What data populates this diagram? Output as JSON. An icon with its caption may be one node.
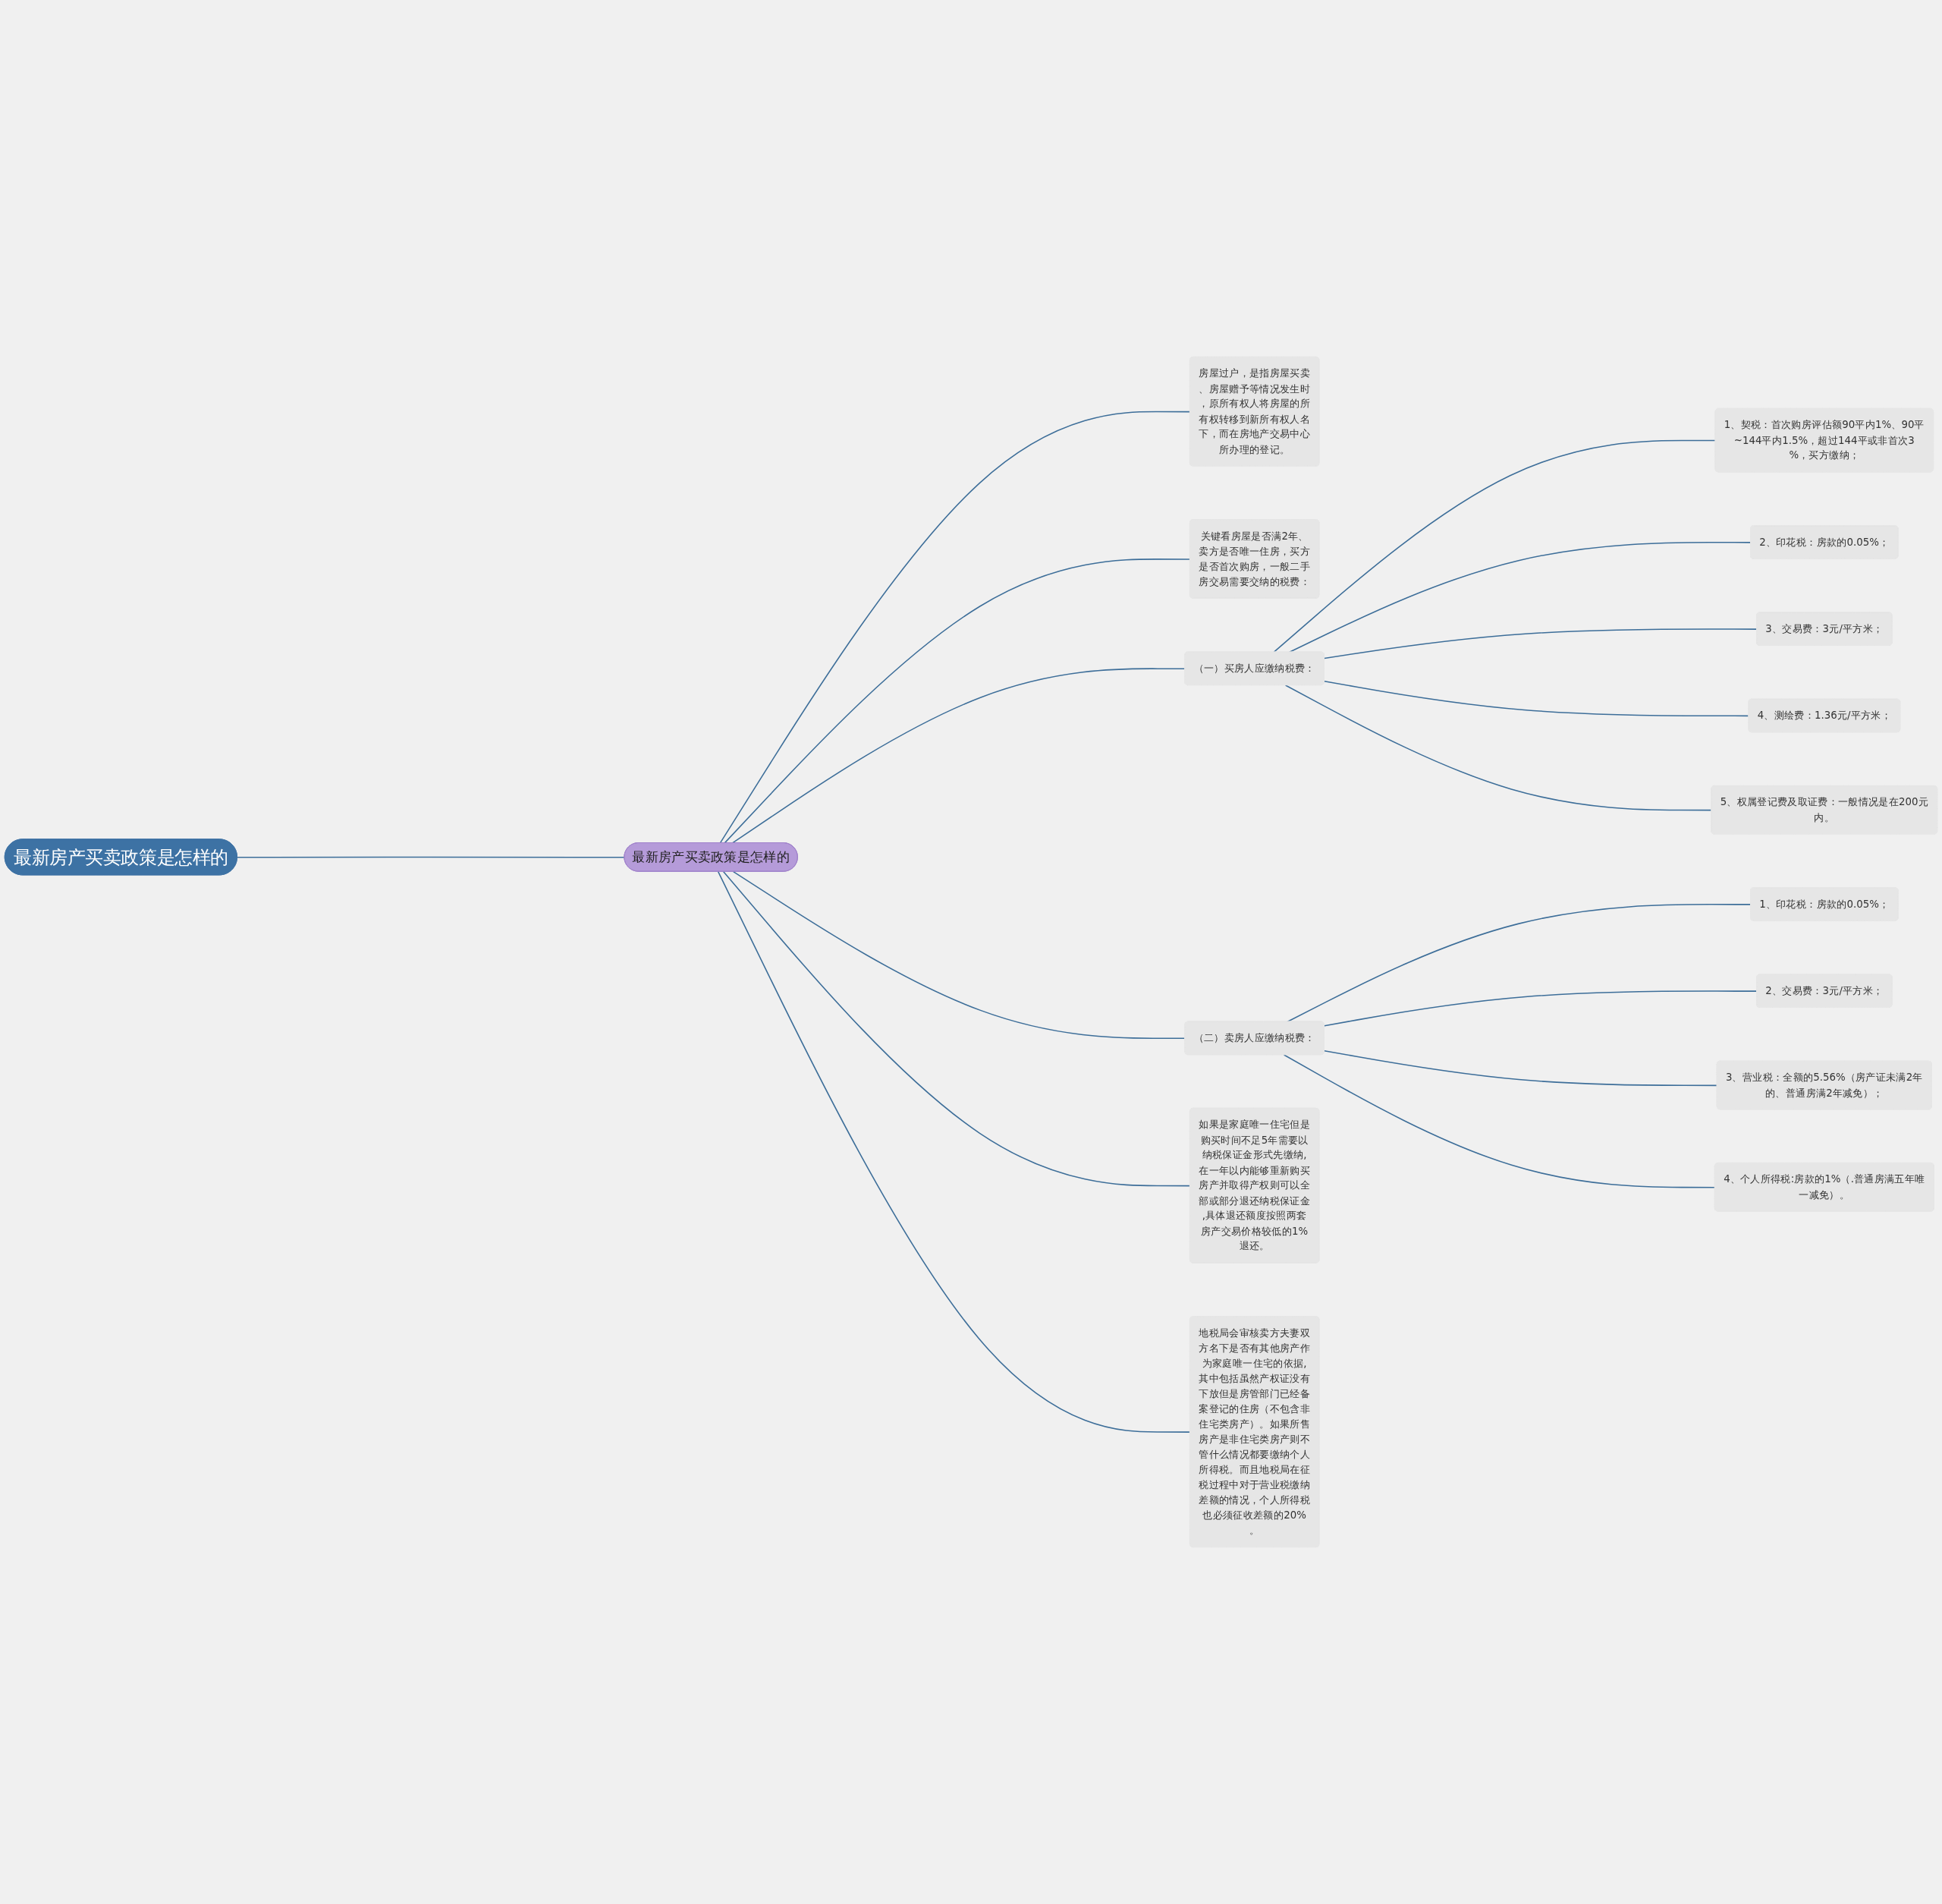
{
  "diagram": {
    "nodes": [
      {
        "text": [
          "最新房产买卖政策是怎样的"
        ]
      },
      {
        "text": [
          "最新房产买卖政策是怎样的"
        ]
      },
      {
        "text": [
          "房屋过户，是指房屋买卖、房屋赠予等情况发生时，原所有权人将房屋的所有权转移到新所有权人名下，而在房地产交易中心所办理的登记。"
        ]
      },
      {
        "text": [
          "关键看房屋是否满2年、卖方是否唯一住房，买方是否首次购房，一般二手房交易需要交纳的税费："
        ]
      },
      {
        "text": [
          "（一）买房人应缴纳税费："
        ]
      },
      {
        "text": [
          "1、契税：首次购房评估额90平内1%、90平~144平内1.5%，超过144平或非首次3%，买方缴纳；"
        ]
      },
      {
        "text": [
          "2、印花税：房款的0.05%；"
        ]
      },
      {
        "text": [
          "3、交易费：3元/平方米；"
        ]
      },
      {
        "text": [
          "4、测绘费：1.36元/平方米；"
        ]
      },
      {
        "text": [
          "5、权属登记费及取证费：一般情况是在200元内。"
        ]
      },
      {
        "text": [
          "（二）卖房人应缴纳税费："
        ]
      },
      {
        "text": [
          "1、印花税：房款的0.05%；"
        ]
      },
      {
        "text": [
          "2、交易费：3元/平方米；"
        ]
      },
      {
        "text": [
          "3、营业税：全额的5.56%（房产证未满2年的、普通房满2年减免）；"
        ]
      },
      {
        "text": [
          "4、个人所得税:房款的1%（.普通房满五年唯一减免）。"
        ]
      },
      {
        "text": [
          "如果是家庭唯一住宅但是购买时间不足5年需要以纳税保证金形式先缴纳,在一年以内能够重新购买房产并取得产权则可以全部或部分退还纳税保证金,具体退还额度按照两套房产交易价格较低的1%退还。"
        ]
      },
      {
        "text": [
          "地税局会审核卖方夫妻双方名下是否有其他房产作为家庭唯一住宅的依据,其中包括虽然产权证没有下放但是房管部门已经备案登记的住房（不包含非住宅类房产）。如果所售房产是非住宅类房产则不管什么情况都要缴纳个人所得税。而且地税局在征税过程中对于营业税缴纳差额的情况，个人所得税也必须征收差额的20%。"
        ]
      }
    ],
    "edges": [
      {
        "from": 0,
        "to": 1,
        "arrow": "none"
      },
      {
        "from": 1,
        "to": 2,
        "arrow": "none"
      },
      {
        "from": 1,
        "to": 3,
        "arrow": "none"
      },
      {
        "from": 1,
        "to": 4,
        "arrow": "none"
      },
      {
        "from": 4,
        "to": 5,
        "arrow": "none"
      },
      {
        "from": 4,
        "to": 6,
        "arrow": "none"
      },
      {
        "from": 4,
        "to": 7,
        "arrow": "none"
      },
      {
        "from": 4,
        "to": 8,
        "arrow": "none"
      },
      {
        "from": 4,
        "to": 9,
        "arrow": "none"
      },
      {
        "from": 1,
        "to": 10,
        "arrow": "none"
      },
      {
        "from": 10,
        "to": 11,
        "arrow": "none"
      },
      {
        "from": 10,
        "to": 12,
        "arrow": "none"
      },
      {
        "from": 10,
        "to": 13,
        "arrow": "none"
      },
      {
        "from": 10,
        "to": 14,
        "arrow": "none"
      },
      {
        "from": 1,
        "to": 15,
        "arrow": "none"
      },
      {
        "from": 1,
        "to": 16,
        "arrow": "none"
      }
    ]
  }
}
